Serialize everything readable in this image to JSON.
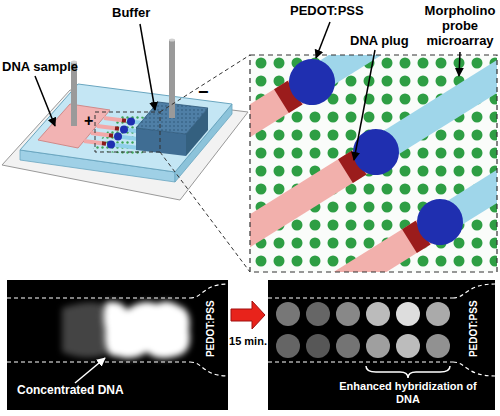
{
  "diagram": {
    "nodes": [
      {
        "text": [
          "Concentrated DNA",
          "PEDOT:PSS"
        ]
      },
      {
        "text": [
          "Enhanced hybridization of DNA",
          "PEDOT:PSS"
        ]
      }
    ],
    "edges": [
      {
        "from": 0,
        "to": 1,
        "arrow": "to",
        "label": "15 min."
      }
    ],
    "labels": [
      "DNA sample",
      "Buffer",
      "+",
      "−",
      "PEDOT:PSS",
      "DNA plug",
      "Morpholino probe microarray"
    ]
  }
}
